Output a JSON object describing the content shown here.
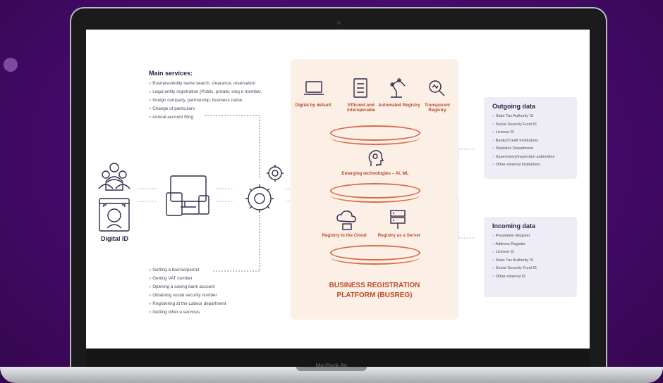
{
  "laptop_label": "MacBook Air",
  "main_services": {
    "heading": "Main services:",
    "items": [
      "Business/entity name search, clearance, reservation",
      "Legal entity registration (Public, private, sing e member,",
      "foreign company, partnership, business name",
      "Change of particulars",
      "Annual account filing"
    ]
  },
  "other_services": {
    "items": [
      "Getting a license/permit",
      "Getting VAT number",
      "Opening a saving bank account",
      "Obtaining social security number",
      "Registering at the Labour department",
      "Getting other e-services"
    ]
  },
  "digital_id_label": "Digital ID",
  "features": [
    {
      "label": "Digital by default",
      "icon": "laptop-icon"
    },
    {
      "label": "Efficient and interoperable",
      "icon": "checklist-icon"
    },
    {
      "label": "Automated Registry",
      "icon": "robot-arm-icon"
    },
    {
      "label": "Transparent Registry",
      "icon": "magnifier-icon"
    }
  ],
  "emerging_tech": "Emerging technologies – AI, ML",
  "cloud_label": "Registry in the Cloud",
  "server_label": "Registry as a Server",
  "platform_title_line1": "BUSINESS REGISTRATION",
  "platform_title_line2": "PLATFORM (BUSREG)",
  "outgoing": {
    "heading": "Outgoing data",
    "items": [
      "State Tax Authority IS",
      "Social Security Fund IS",
      "License IS",
      "Banks/Credit Institutions",
      "Statistics Department",
      "Supervisory/inspection authorities",
      "Other external institutions"
    ]
  },
  "incoming": {
    "heading": "Incoming data",
    "items": [
      "Population Register",
      "Address Register",
      "License IS",
      "State Tax Authority IS",
      "Social Security Fund IS",
      "Other external IS"
    ]
  },
  "colors": {
    "background": "#420a66",
    "accent": "#d86a45",
    "platform_bg": "#fcefe6",
    "panel_bg": "#eeedf5",
    "icon_stroke": "#2e2a4a"
  }
}
